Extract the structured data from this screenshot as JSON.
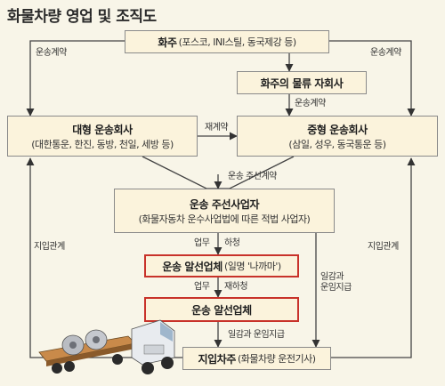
{
  "title": "화물차량 영업 및 조직도",
  "nodes": {
    "shipper": {
      "name": "화주",
      "sub": "(포스코, INI스틸, 동국제강 등)"
    },
    "shipper_logistics": {
      "name": "화주의 물류 자회사"
    },
    "large_carrier": {
      "name": "대형 운송회사",
      "sub": "(대한통운, 한진, 동방, 천일, 세방 등)"
    },
    "medium_carrier": {
      "name": "중형 운송회사",
      "sub": "(삼일, 성우, 동국통운 등)"
    },
    "broker": {
      "name": "운송 주선사업자",
      "sub": "(화물자동차 운수사업법에 따른 적법 사업자)"
    },
    "illegal_broker": {
      "name": "운송 알선업체",
      "sub": "(일명 '나까마')"
    },
    "broker2": {
      "name": "운송 알선업체"
    },
    "owner_driver": {
      "name": "지입차주",
      "sub": "(화물차량 운전기사)"
    }
  },
  "edges": {
    "left_contract": "운송계약",
    "right_contract": "운송계약",
    "sub_contract": "운송계약",
    "recontract": "재계약",
    "broker_contract": "운송 주선계약",
    "work_left": "업무",
    "work_right": "하청",
    "work2_left": "업무",
    "work2_right": "재하청",
    "pay_side": "일감과\n운임지급",
    "pay_bottom": "일감과 운임지급",
    "owner_left": "지입관계",
    "owner_right": "지입관계"
  },
  "colors": {
    "accent": "#c8322a",
    "background": "#f8f5e8",
    "box": "#fbf3dc"
  }
}
